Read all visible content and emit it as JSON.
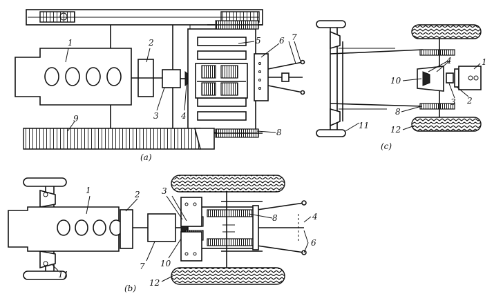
{
  "panels": {
    "a": {
      "caption": "(a)",
      "callouts": [
        "1",
        "2",
        "3",
        "4",
        "5",
        "6",
        "7",
        "8",
        "9"
      ]
    },
    "b": {
      "caption": "(b)",
      "callouts": [
        "1",
        "2",
        "3",
        "4",
        "6",
        "7",
        "8",
        "10",
        "11",
        "12"
      ]
    },
    "c": {
      "caption": "(c)",
      "callouts": [
        "1",
        "2",
        "3",
        "4",
        "8",
        "10",
        "11",
        "12"
      ]
    }
  }
}
